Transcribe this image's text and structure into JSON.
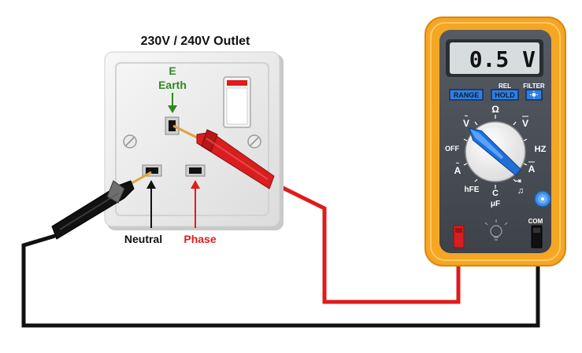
{
  "outlet": {
    "title": "230V / 240V Outlet",
    "earth_letter": "E",
    "earth_label": "Earth",
    "neutral_label": "Neutral",
    "phase_label": "Phase"
  },
  "meter": {
    "display": "0.5 V",
    "rel_label": "REL",
    "filter_label": "FILTER",
    "range_button": "RANGE",
    "hold_button": "HOLD",
    "dial": {
      "ohm": "Ω",
      "v_ac": "V",
      "v_dc": "V",
      "off": "OFF",
      "hz": "HZ",
      "a_ac": "A",
      "a_dc": "A",
      "hfe": "hFE",
      "c": "C",
      "uf": "μF",
      "diode": "⇥",
      "buzzer": "♫"
    },
    "com_label": "COM"
  },
  "colors": {
    "meter_orange": "#f5a623",
    "meter_body": "#4a4f57",
    "display_bg": "#d7dcdf",
    "button_blue": "#2f7fe0",
    "earth_green": "#2e8b1f",
    "phase_red": "#e31b1b",
    "probe_red": "#d81e1e",
    "probe_black": "#111111",
    "plate": "#ededed"
  }
}
